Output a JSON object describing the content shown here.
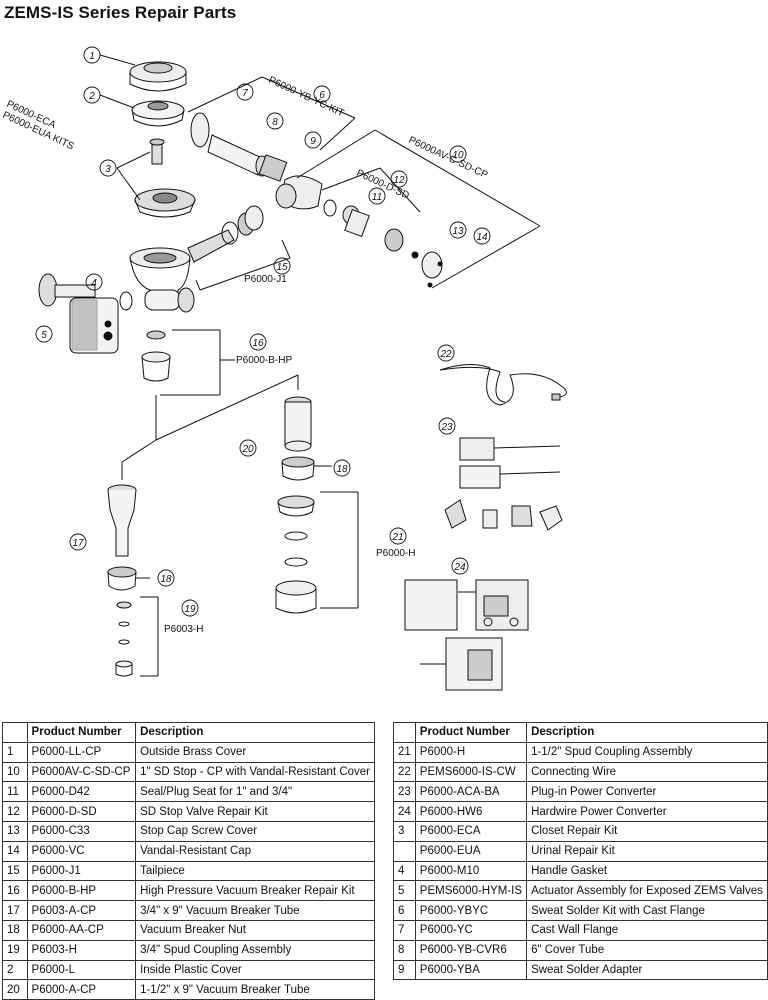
{
  "title": "ZEMS-IS Series Repair Parts",
  "diagram": {
    "callouts": [
      "1",
      "2",
      "3",
      "4",
      "5",
      "6",
      "7",
      "8",
      "9",
      "10",
      "11",
      "12",
      "13",
      "14",
      "15",
      "16",
      "17",
      "18",
      "19",
      "20",
      "21",
      "22",
      "23",
      "24"
    ],
    "kit_labels": {
      "eca": "P6000-ECA",
      "eua": "P6000-EUA KITS",
      "ybyc": "P6000-YB-YC-KIT",
      "av": "P6000AV-C-SD-CP",
      "dsd": "P6000-D-SD",
      "j1": "P6000-J1",
      "bhp": "P6000-B-HP",
      "h": "P6000-H",
      "p6003": "P6003-H"
    }
  },
  "table_headers": {
    "num": "",
    "product": "Product Number",
    "description": "Description"
  },
  "left_rows": [
    {
      "num": "1",
      "product": "P6000-LL-CP",
      "description": "Outside Brass Cover"
    },
    {
      "num": "10",
      "product": "P6000AV-C-SD-CP",
      "description": "1\" SD Stop - CP with Vandal-Resistant Cover"
    },
    {
      "num": "11",
      "product": "P6000-D42",
      "description": "Seal/Plug Seat for 1\" and 3/4\""
    },
    {
      "num": "12",
      "product": "P6000-D-SD",
      "description": "SD Stop Valve Repair Kit"
    },
    {
      "num": "13",
      "product": "P6000-C33",
      "description": "Stop Cap Screw Cover"
    },
    {
      "num": "14",
      "product": "P6000-VC",
      "description": "Vandal-Resistant Cap"
    },
    {
      "num": "15",
      "product": "P6000-J1",
      "description": "Tailpiece"
    },
    {
      "num": "16",
      "product": "P6000-B-HP",
      "description": "High Pressure Vacuum Breaker Repair Kit"
    },
    {
      "num": "17",
      "product": "P6003-A-CP",
      "description": "3/4\" x 9\" Vacuum Breaker Tube"
    },
    {
      "num": "18",
      "product": "P6000-AA-CP",
      "description": "Vacuum Breaker Nut"
    },
    {
      "num": "19",
      "product": "P6003-H",
      "description": "3/4\" Spud Coupling Assembly"
    },
    {
      "num": "2",
      "product": "P6000-L",
      "description": "Inside Plastic Cover"
    },
    {
      "num": "20",
      "product": "P6000-A-CP",
      "description": "1-1/2\" x 9\" Vacuum Breaker Tube"
    }
  ],
  "right_rows": [
    {
      "num": "21",
      "product": "P6000-H",
      "description": "1-1/2\" Spud Coupling Assembly"
    },
    {
      "num": "22",
      "product": "PEMS6000-IS-CW",
      "description": "Connecting Wire"
    },
    {
      "num": "23",
      "product": "P6000-ACA-BA",
      "description": "Plug-in Power Converter"
    },
    {
      "num": "24",
      "product": "P6000-HW6",
      "description": "Hardwire Power Converter"
    },
    {
      "num": "3",
      "product": "P6000-ECA",
      "description": "Closet Repair Kit"
    },
    {
      "num": "",
      "product": "P6000-EUA",
      "description": "Urinal Repair Kit"
    },
    {
      "num": "4",
      "product": "P6000-M10",
      "description": "Handle Gasket"
    },
    {
      "num": "5",
      "product": "PEMS6000-HYM-IS",
      "description": "Actuator Assembly for Exposed ZEMS Valves"
    },
    {
      "num": "6",
      "product": "P6000-YBYC",
      "description": "Sweat Solder Kit with Cast Flange"
    },
    {
      "num": "7",
      "product": "P6000-YC",
      "description": "Cast Wall Flange"
    },
    {
      "num": "8",
      "product": "P6000-YB-CVR6",
      "description": "6\" Cover Tube"
    },
    {
      "num": "9",
      "product": "P6000-YBA",
      "description": "Sweat Solder Adapter"
    }
  ]
}
